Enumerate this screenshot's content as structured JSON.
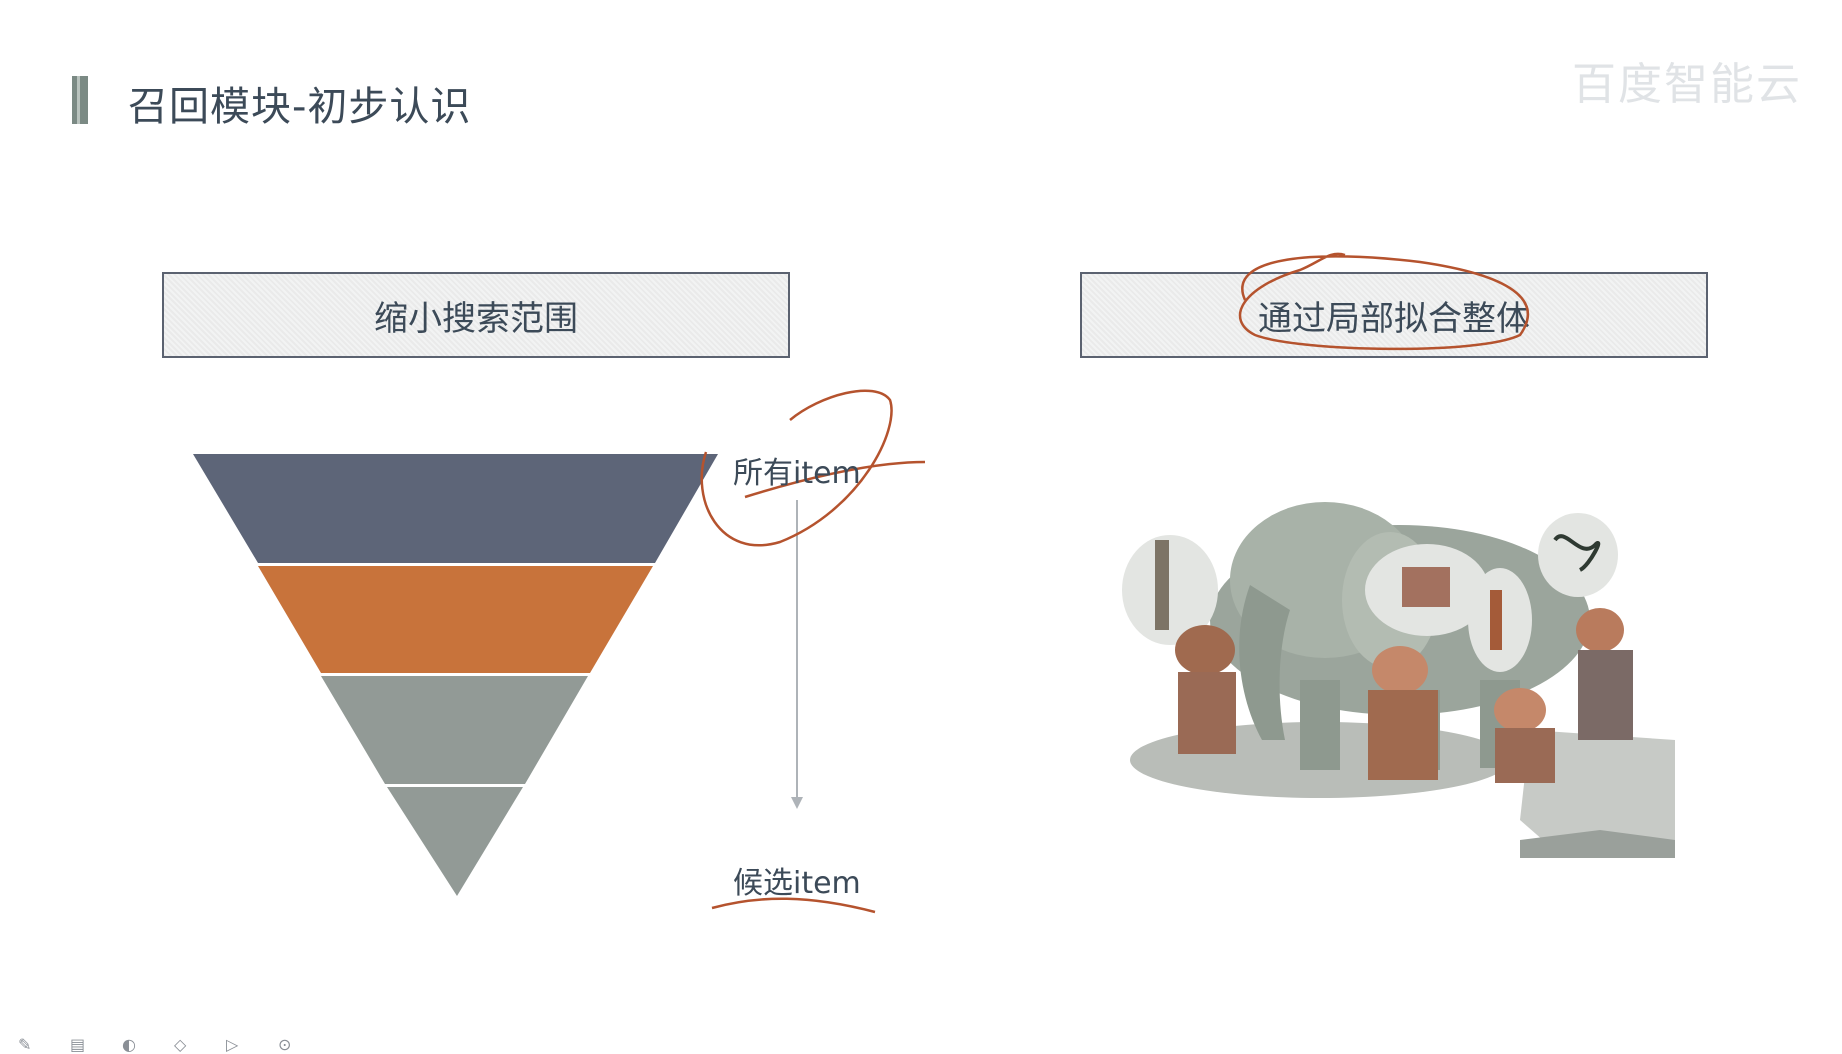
{
  "slide": {
    "title": "召回模块-初步认识",
    "watermark": "百度智能云"
  },
  "left_box": {
    "label": "缩小搜索范围"
  },
  "right_box": {
    "label": "通过局部拟合整体"
  },
  "funnel": {
    "top_label": "所有item",
    "bottom_label": "候选item",
    "colors": [
      "#5d6578",
      "#c8733b",
      "#929a96",
      "#929a96"
    ]
  },
  "illustration": {
    "subject": "blind-men-and-elephant"
  },
  "toolbar": {
    "icons": [
      "pen-icon",
      "note-icon",
      "palette-icon",
      "eraser-icon",
      "pointer-icon",
      "zoom-icon"
    ]
  },
  "colors": {
    "annotation": "#b5532e",
    "title_bar": "#7b8a84"
  }
}
